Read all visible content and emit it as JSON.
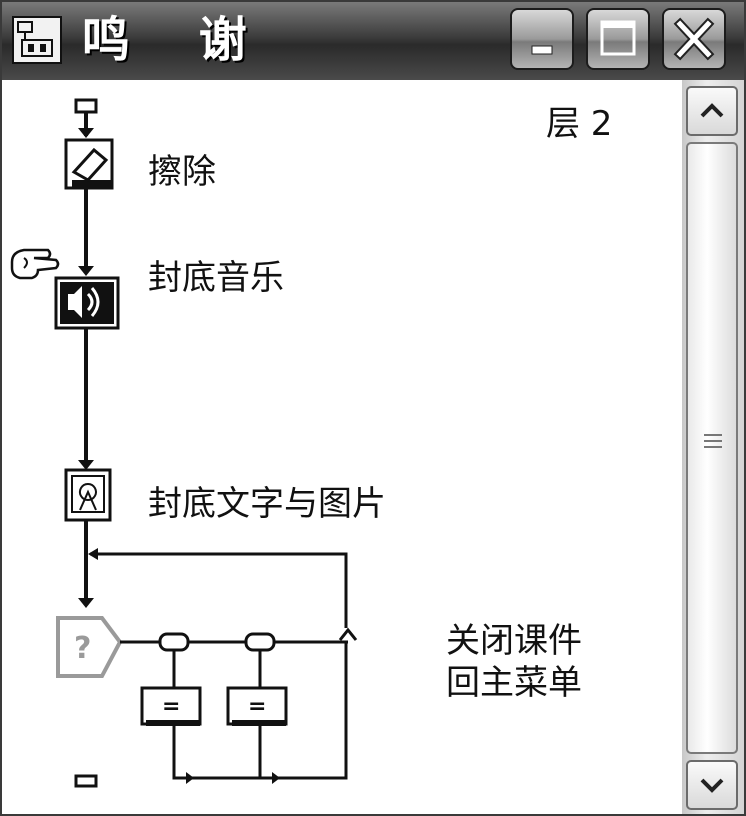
{
  "window": {
    "title": "鸣 谢",
    "controls": {
      "minimize": "minimize",
      "maximize": "maximize",
      "close": "close"
    }
  },
  "flowline": {
    "level_label": "层 2",
    "icons": [
      {
        "type": "erase",
        "label": "擦除"
      },
      {
        "type": "sound",
        "label": "封底音乐"
      },
      {
        "type": "display",
        "label": "封底文字与图片"
      },
      {
        "type": "decision",
        "label": ""
      }
    ],
    "interaction_text": [
      "关闭课件",
      "回主菜单"
    ],
    "response_icon": "calc",
    "response_icon_text": "="
  },
  "scrollbar": {
    "up": "scroll-up",
    "down": "scroll-down"
  },
  "colors": {
    "titlebar": "#3c3c3c",
    "line": "#111111",
    "background": "#ffffff"
  }
}
